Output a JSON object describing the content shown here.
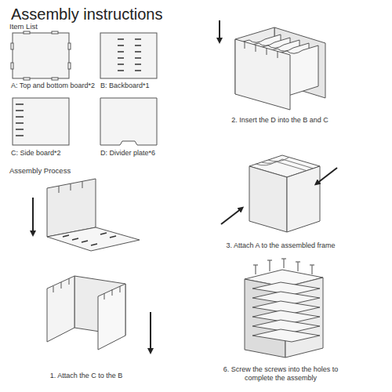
{
  "diagram": {
    "title": "Assembly instructions",
    "labels": [
      "Item List",
      "A: Top and bottom board*2",
      "B: Backboard*1",
      "C: Side board*2",
      "D: Divider plate*6",
      "Assembly Process",
      "1. Attach the C to the B",
      "2. Insert the D into the B and C",
      "3. Attach A to the assembled frame",
      "6. Screw the screws into the holes to complete the assembly"
    ]
  }
}
